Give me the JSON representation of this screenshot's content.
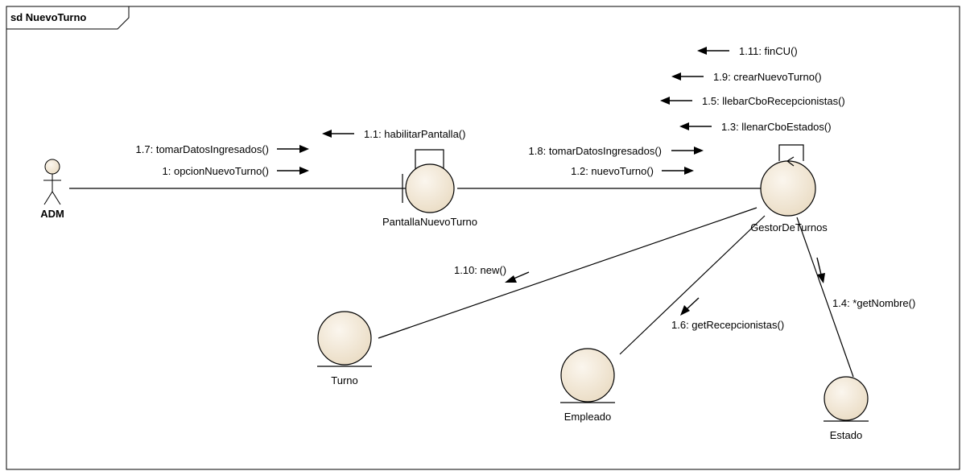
{
  "frame": {
    "title": "sd NuevoTurno"
  },
  "actor": {
    "name": "ADM",
    "fill": "#f2e8d8"
  },
  "lifelines": {
    "pantalla": {
      "name": "PantallaNuevoTurno",
      "kind": "boundary"
    },
    "gestor": {
      "name": "GestorDeTurnos",
      "kind": "control"
    },
    "turno": {
      "name": "Turno",
      "kind": "entity"
    },
    "empleado": {
      "name": "Empleado",
      "kind": "entity"
    },
    "estado": {
      "name": "Estado",
      "kind": "entity"
    }
  },
  "messages": {
    "m1": "1: opcionNuevoTurno()",
    "m1_7": "1.7: tomarDatosIngresados()",
    "m1_1": "1.1: habilitarPantalla()",
    "m1_2": "1.2: nuevoTurno()",
    "m1_8": "1.8: tomarDatosIngresados()",
    "m1_3": "1.3: llenarCboEstados()",
    "m1_5": "1.5: llebarCboRecepcionistas()",
    "m1_9": "1.9: crearNuevoTurno()",
    "m1_11": "1.11: finCU()",
    "m1_10": "1.10: new()",
    "m1_6": "1.6: getRecepcionistas()",
    "m1_4": "1.4: *getNombre()"
  },
  "colors": {
    "object_fill": "#f2e8d8",
    "line": "#000000",
    "background": "#ffffff"
  }
}
